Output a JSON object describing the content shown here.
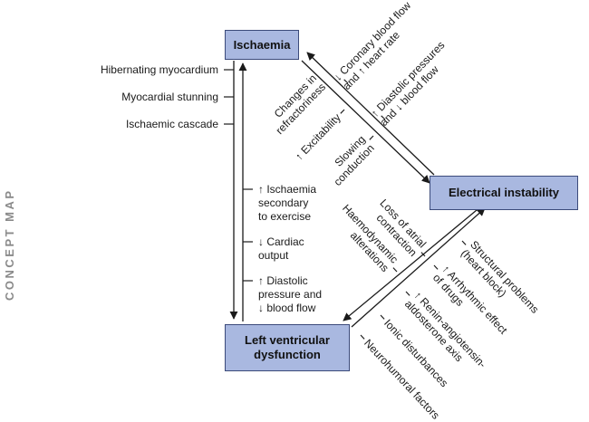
{
  "side_title": "CONCEPT MAP",
  "nodes": {
    "ischaemia": "Ischaemia",
    "electrical": "Electrical instability",
    "lv_line1": "Left ventricular",
    "lv_line2": "dysfunction"
  },
  "left_factors": [
    "Hibernating myocardium",
    "Myocardial stunning",
    "Ischaemic cascade"
  ],
  "lv_to_isch": [
    "↑ Ischaemia",
    "secondary",
    "to exercise",
    "↓ Cardiac",
    "output",
    "↑ Diastolic",
    "pressure and",
    "↓ blood flow"
  ],
  "elec_to_isch": [
    "↓ Coronary blood flow",
    "and ↑ heart rate",
    "↑ Diastolic pressures",
    "and ↓ blood flow"
  ],
  "isch_to_elec": [
    "Changes in",
    "refractoriness",
    "↑ Excitability",
    "Slowing",
    "conduction"
  ],
  "elec_to_lv": [
    "Loss of atrial",
    "contraction",
    "Haemodynamic",
    "alterations"
  ],
  "lv_to_elec": [
    "Structural problems",
    "(heart block)",
    "↑ Arrhythmic effect",
    "of drugs",
    "↑ Renin-angiotensin-",
    "aldosterone axis",
    "Ionic disturbances",
    "Neurohumoral factors"
  ]
}
